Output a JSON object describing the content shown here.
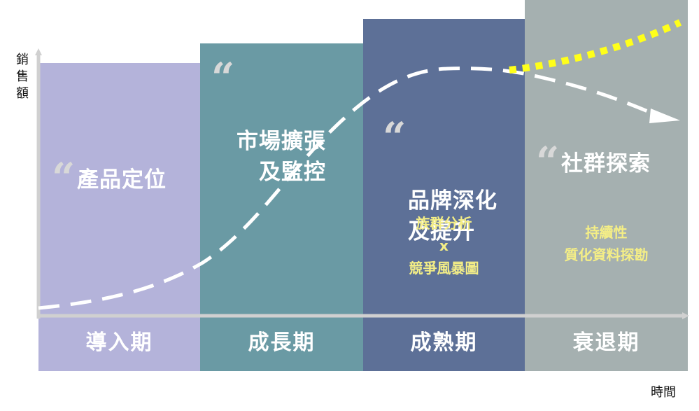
{
  "axes": {
    "y_label": "銷\n售\n額",
    "x_label": "時間"
  },
  "stages": [
    {
      "phase": "導入期",
      "title": "產品定位",
      "details": [],
      "color": "#b4b3da"
    },
    {
      "phase": "成長期",
      "title": "市場擴張\n及監控",
      "details": [],
      "color": "#6a9aa4"
    },
    {
      "phase": "成熟期",
      "title": "品牌深化\n及提升",
      "details": [
        "族群分析",
        "x",
        "競爭風暴圖"
      ],
      "color": "#5d7097"
    },
    {
      "phase": "衰退期",
      "title": "社群探索",
      "details": [
        "持續性",
        "質化資料探勘"
      ],
      "color": "#a5b0b0"
    }
  ],
  "quote_mark": "“",
  "colors": {
    "axis": "#d0d0d0",
    "curve": "#ffffff",
    "alt_curve": "#ffff1a",
    "detail_text": "#f4ee86"
  }
}
